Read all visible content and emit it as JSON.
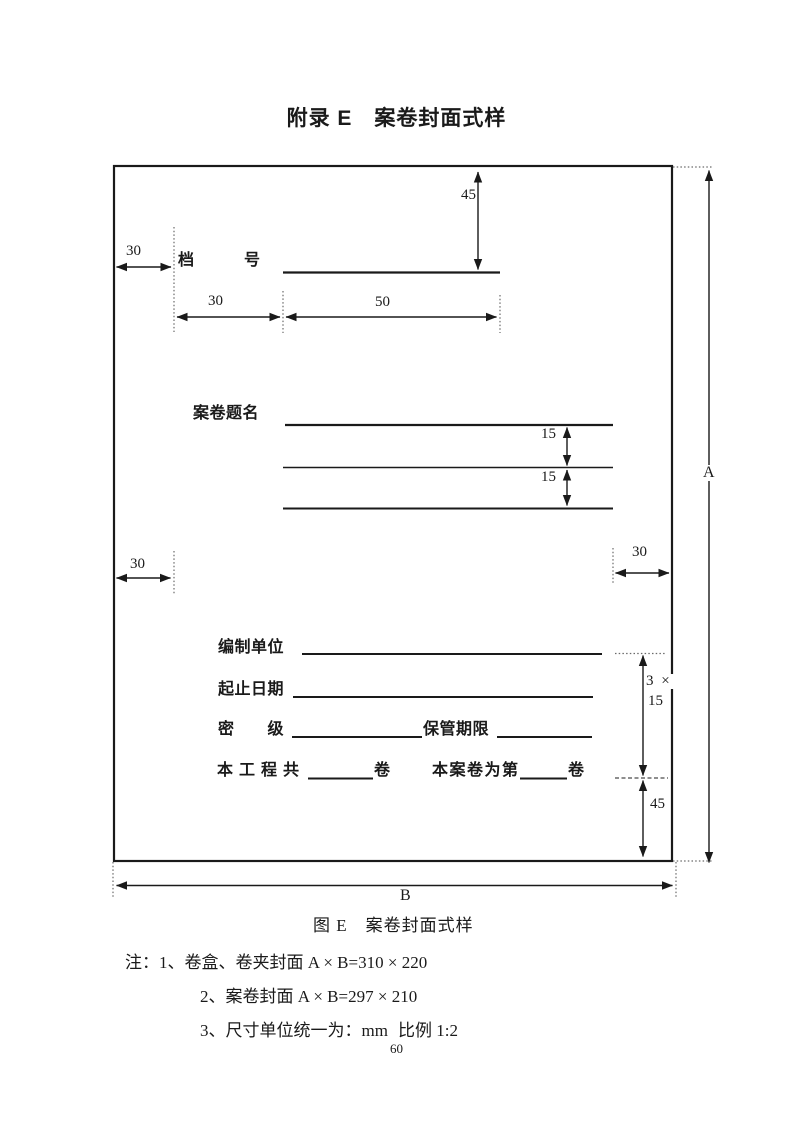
{
  "page": {
    "title": "附录 E　案卷封面式样",
    "caption": "图 E　案卷封面式样",
    "page_number": "60",
    "notes": {
      "line1": "注：1、卷盒、卷夹封面 A × B=310 × 220",
      "line2": "2、案卷封面 A × B=297 × 210",
      "line3a": "3、尺寸单位统一为：mm",
      "line3b": "比例 1:2"
    }
  },
  "cover": {
    "labels": {
      "file_number": "档　　　号",
      "file_title": "案卷题名",
      "compiling_unit": "编制单位",
      "date_range": "起止日期",
      "security_level": "密　　级",
      "retention_period": "保管期限",
      "total_volumes_prefix": "本工程共",
      "total_volumes_suffix": "卷",
      "volume_number_prefix": "本案卷为第",
      "volume_number_suffix": "卷"
    },
    "dims": {
      "top_margin": "45",
      "left_margin_top": "30",
      "label_width": "30",
      "line_width": "50",
      "line_gap_1": "15",
      "line_gap_2": "15",
      "left_margin_mid": "30",
      "right_margin_mid": "30",
      "rows_count": "3 ×",
      "row_height": "15",
      "bottom_margin": "45",
      "height_label": "A",
      "width_label": "B"
    }
  }
}
